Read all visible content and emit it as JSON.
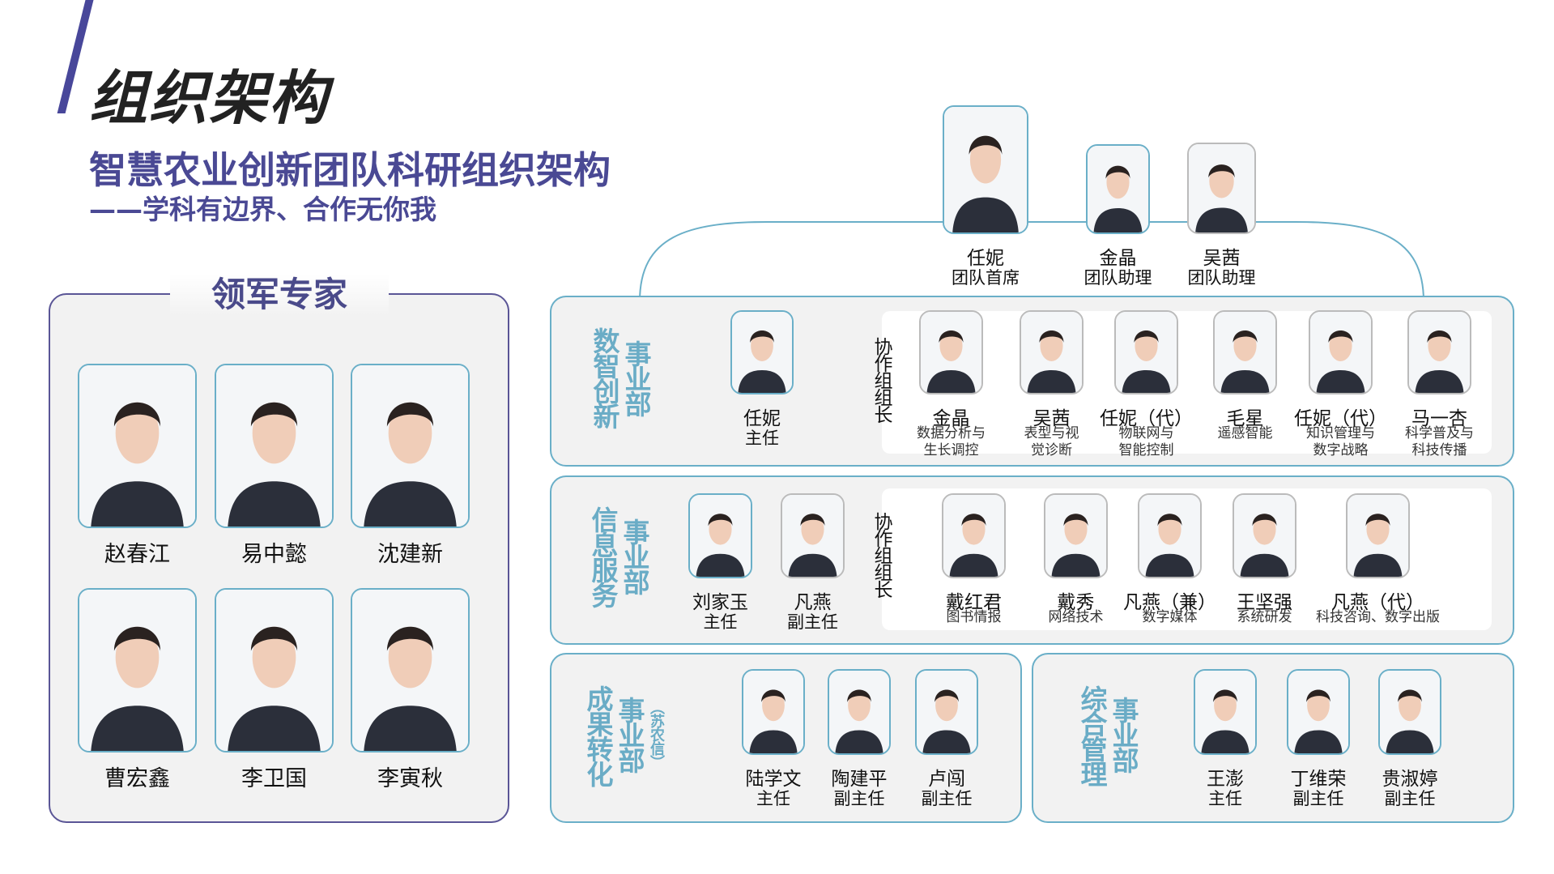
{
  "header": {
    "title": "组织架构",
    "subtitle": "智慧农业创新团队科研组织架构",
    "slogan": "——学科有边界、合作无你我"
  },
  "colors": {
    "purple": "#48479a",
    "teal": "#6aafc8",
    "panel_bg": "#f2f2f2"
  },
  "experts": {
    "title": "领军专家",
    "people": [
      {
        "name": "赵春江"
      },
      {
        "name": "易中懿"
      },
      {
        "name": "沈建新"
      },
      {
        "name": "曹宏鑫"
      },
      {
        "name": "李卫国"
      },
      {
        "name": "李寅秋"
      }
    ]
  },
  "leadership": [
    {
      "name": "任妮",
      "role": "团队首席"
    },
    {
      "name": "金晶",
      "role": "团队助理"
    },
    {
      "name": "吴茜",
      "role": "团队助理"
    }
  ],
  "collab_label": "协作组组长",
  "departments": [
    {
      "label": "数智创新",
      "suffix": "事业部",
      "directors": [
        {
          "name": "任妮",
          "role": "主任"
        }
      ],
      "members": [
        {
          "name": "金晶",
          "desc": "数据分析与\n生长调控"
        },
        {
          "name": "吴茜",
          "desc": "表型与视\n觉诊断"
        },
        {
          "name": "任妮（代）",
          "desc": "物联网与\n智能控制"
        },
        {
          "name": "毛星",
          "desc": "遥感智能"
        },
        {
          "name": "任妮（代）",
          "desc": "知识管理与\n数字战略"
        },
        {
          "name": "马一杏",
          "desc": "科学普及与\n科技传播"
        }
      ]
    },
    {
      "label": "信息服务",
      "suffix": "事业部",
      "directors": [
        {
          "name": "刘家玉",
          "role": "主任"
        },
        {
          "name": "凡燕",
          "role": "副主任"
        }
      ],
      "members": [
        {
          "name": "戴红君",
          "desc": "图书情报"
        },
        {
          "name": "戴秀",
          "desc": "网络技术"
        },
        {
          "name": "凡燕（兼）",
          "desc": "数字媒体"
        },
        {
          "name": "王坚强",
          "desc": "系统研发"
        },
        {
          "name": "凡燕（代）",
          "desc": "科技咨询、数字出版"
        }
      ]
    },
    {
      "label": "成果转化",
      "suffix": "事业部",
      "note": "（苏农信）",
      "directors": [
        {
          "name": "陆学文",
          "role": "主任"
        },
        {
          "name": "陶建平",
          "role": "副主任"
        },
        {
          "name": "卢闯",
          "role": "副主任"
        }
      ]
    },
    {
      "label": "综合管理",
      "suffix": "事业部",
      "directors": [
        {
          "name": "王澎",
          "role": "主任"
        },
        {
          "name": "丁维荣",
          "role": "副主任"
        },
        {
          "name": "贵淑婷",
          "role": "副主任"
        }
      ]
    }
  ]
}
